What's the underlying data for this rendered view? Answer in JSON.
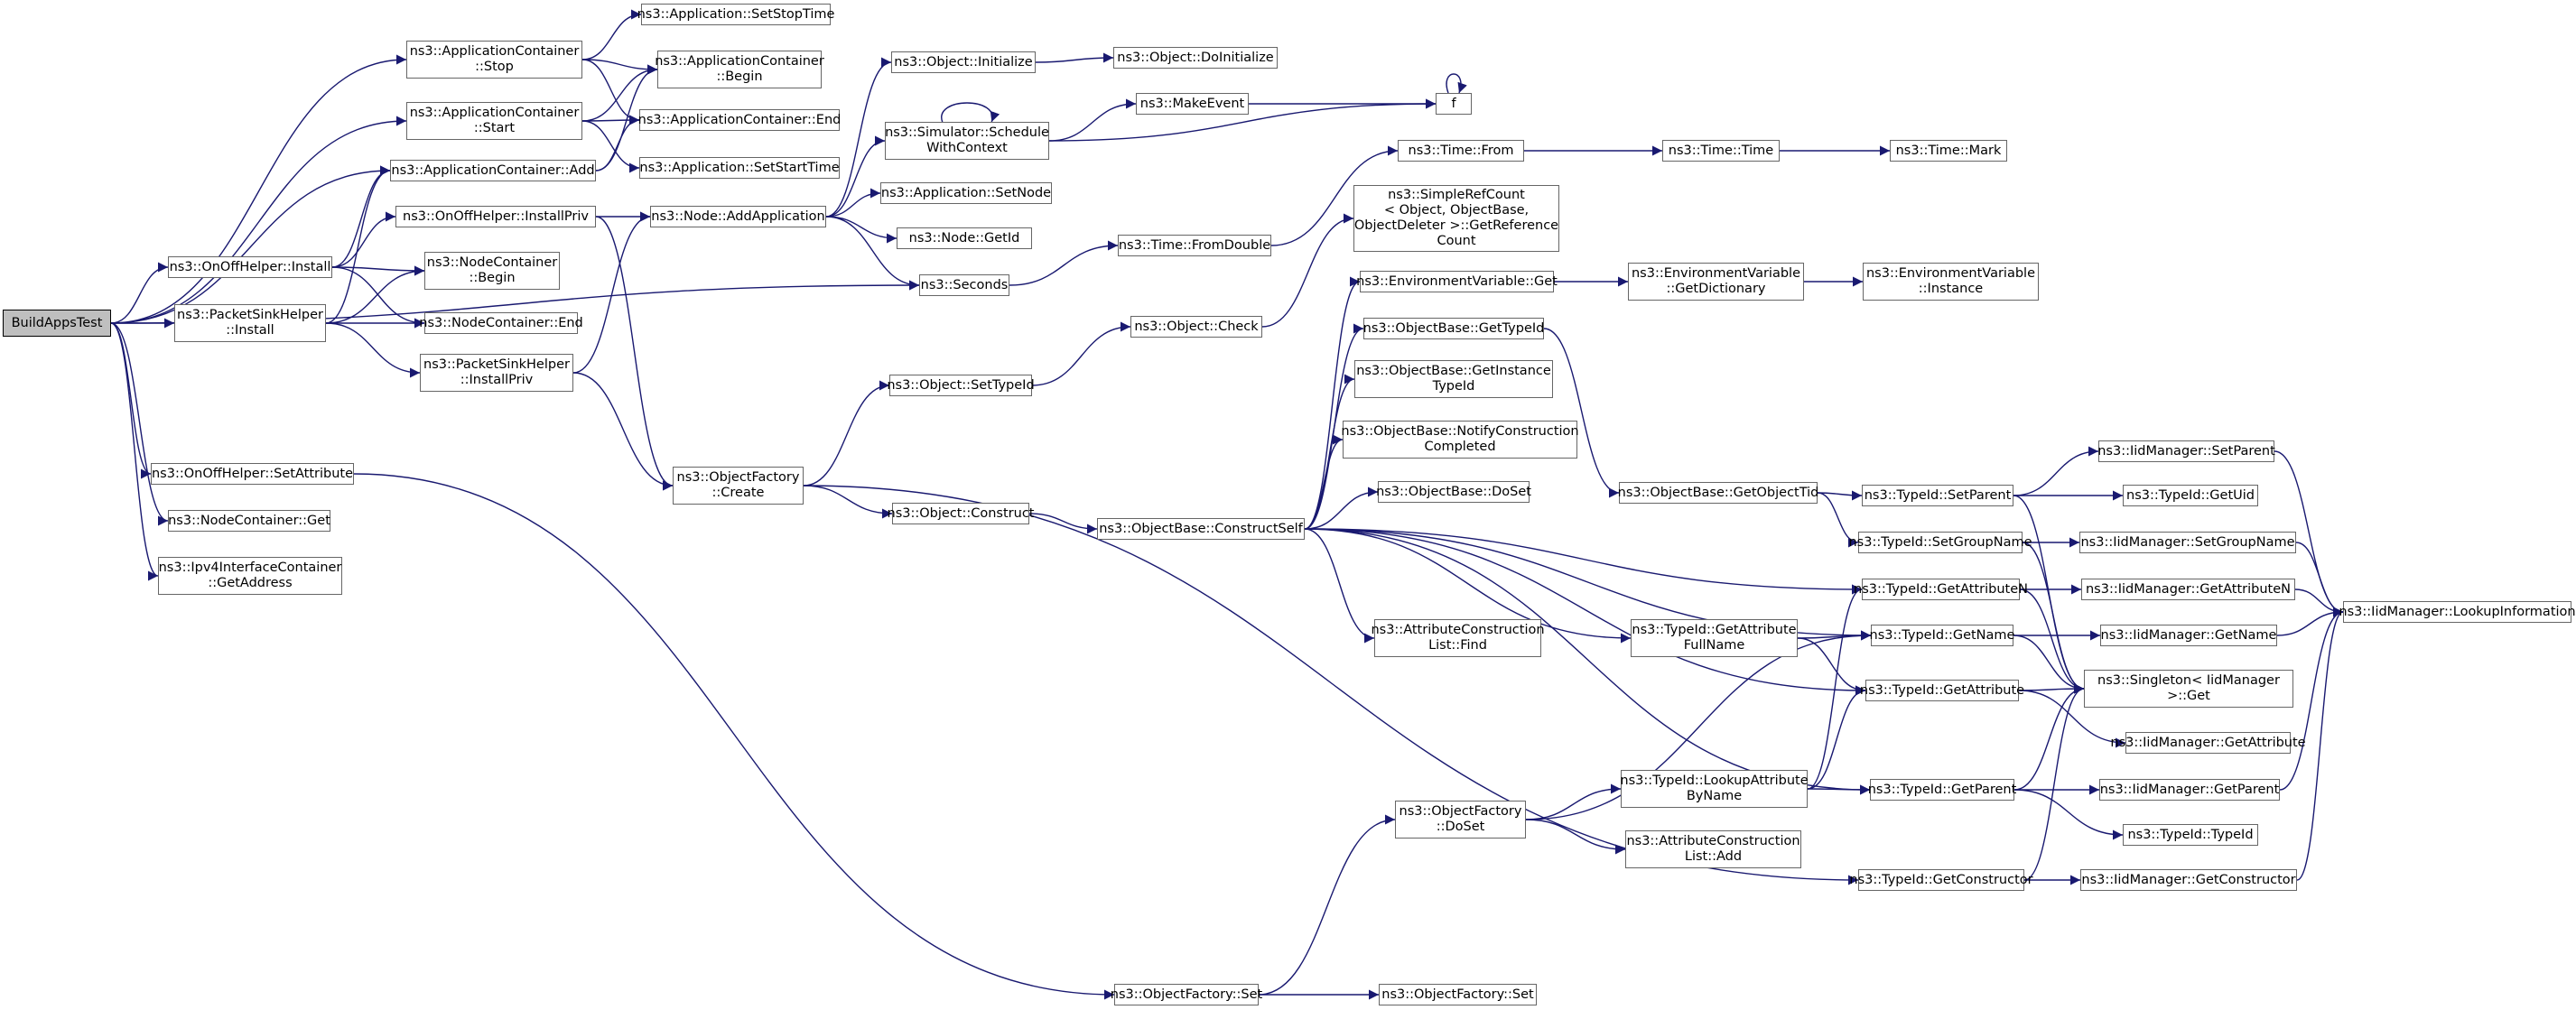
{
  "diagram": {
    "type": "call-graph",
    "colors": {
      "edge": "#191970",
      "node_border": "#666666",
      "root_fill": "#bfbfbf",
      "node_fill": "#ffffff"
    },
    "nodes": [
      {
        "id": "root",
        "label": "BuildAppsTest"
      },
      {
        "id": "ac_stop",
        "label": "ns3::ApplicationContainer\n::Stop"
      },
      {
        "id": "ac_start",
        "label": "ns3::ApplicationContainer\n::Start"
      },
      {
        "id": "ac_add",
        "label": "ns3::ApplicationContainer::Add"
      },
      {
        "id": "onoff_install",
        "label": "ns3::OnOffHelper::Install"
      },
      {
        "id": "onoff_installpriv",
        "label": "ns3::OnOffHelper::InstallPriv"
      },
      {
        "id": "psh_install",
        "label": "ns3::PacketSinkHelper\n::Install"
      },
      {
        "id": "psh_installpriv",
        "label": "ns3::PacketSinkHelper\n::InstallPriv"
      },
      {
        "id": "onoff_setattr",
        "label": "ns3::OnOffHelper::SetAttribute"
      },
      {
        "id": "nc_get",
        "label": "ns3::NodeContainer::Get"
      },
      {
        "id": "ipv4_getaddr",
        "label": "ns3::Ipv4InterfaceContainer\n::GetAddress"
      },
      {
        "id": "app_setstop",
        "label": "ns3::Application::SetStopTime"
      },
      {
        "id": "ac_begin",
        "label": "ns3::ApplicationContainer\n::Begin"
      },
      {
        "id": "ac_end",
        "label": "ns3::ApplicationContainer::End"
      },
      {
        "id": "app_setstart",
        "label": "ns3::Application::SetStartTime"
      },
      {
        "id": "nc_begin",
        "label": "ns3::NodeContainer\n::Begin"
      },
      {
        "id": "nc_end",
        "label": "ns3::NodeContainer::End"
      },
      {
        "id": "node_addapp",
        "label": "ns3::Node::AddApplication"
      },
      {
        "id": "of_create",
        "label": "ns3::ObjectFactory\n::Create"
      },
      {
        "id": "obj_init",
        "label": "ns3::Object::Initialize"
      },
      {
        "id": "sim_sched",
        "label": "ns3::Simulator::Schedule\nWithContext"
      },
      {
        "id": "app_setnode",
        "label": "ns3::Application::SetNode"
      },
      {
        "id": "node_getid",
        "label": "ns3::Node::GetId"
      },
      {
        "id": "seconds",
        "label": "ns3::Seconds"
      },
      {
        "id": "obj_settypeid",
        "label": "ns3::Object::SetTypeId"
      },
      {
        "id": "obj_construct",
        "label": "ns3::Object::Construct"
      },
      {
        "id": "of_set",
        "label": "ns3::ObjectFactory::Set"
      },
      {
        "id": "obj_doinit",
        "label": "ns3::Object::DoInitialize"
      },
      {
        "id": "makeevent",
        "label": "ns3::MakeEvent"
      },
      {
        "id": "f",
        "label": "f"
      },
      {
        "id": "time_fromdouble",
        "label": "ns3::Time::FromDouble"
      },
      {
        "id": "obj_check",
        "label": "ns3::Object::Check"
      },
      {
        "id": "time_from",
        "label": "ns3::Time::From"
      },
      {
        "id": "time_time",
        "label": "ns3::Time::Time"
      },
      {
        "id": "time_mark",
        "label": "ns3::Time::Mark"
      },
      {
        "id": "simplerefcount",
        "label": "ns3::SimpleRefCount\n< Object, ObjectBase,\nObjectDeleter >::GetReference\nCount"
      },
      {
        "id": "envvar_get",
        "label": "ns3::EnvironmentVariable::Get"
      },
      {
        "id": "envvar_getdict",
        "label": "ns3::EnvironmentVariable\n::GetDictionary"
      },
      {
        "id": "envvar_instance",
        "label": "ns3::EnvironmentVariable\n::Instance"
      },
      {
        "id": "ob_gettypeid",
        "label": "ns3::ObjectBase::GetTypeId"
      },
      {
        "id": "ob_getinstance",
        "label": "ns3::ObjectBase::GetInstance\nTypeId"
      },
      {
        "id": "ob_notify",
        "label": "ns3::ObjectBase::NotifyConstruction\nCompleted"
      },
      {
        "id": "ob_doset",
        "label": "ns3::ObjectBase::DoSet"
      },
      {
        "id": "ob_constructself",
        "label": "ns3::ObjectBase::ConstructSelf"
      },
      {
        "id": "acl_find",
        "label": "ns3::AttributeConstruction\nList::Find"
      },
      {
        "id": "of_doset",
        "label": "ns3::ObjectFactory\n::DoSet"
      },
      {
        "id": "of_set2",
        "label": "ns3::ObjectFactory::Set"
      },
      {
        "id": "ob_getobjecttid",
        "label": "ns3::ObjectBase::GetObjectTid"
      },
      {
        "id": "tid_getattrfull",
        "label": "ns3::TypeId::GetAttribute\nFullName"
      },
      {
        "id": "tid_lookupattr",
        "label": "ns3::TypeId::LookupAttribute\nByName"
      },
      {
        "id": "acl_add",
        "label": "ns3::AttributeConstruction\nList::Add"
      },
      {
        "id": "tid_setparent",
        "label": "ns3::TypeId::SetParent"
      },
      {
        "id": "tid_setgroupname",
        "label": "ns3::TypeId::SetGroupName"
      },
      {
        "id": "tid_getattrn",
        "label": "ns3::TypeId::GetAttributeN"
      },
      {
        "id": "tid_getname",
        "label": "ns3::TypeId::GetName"
      },
      {
        "id": "tid_getattr",
        "label": "ns3::TypeId::GetAttribute"
      },
      {
        "id": "tid_getparent",
        "label": "ns3::TypeId::GetParent"
      },
      {
        "id": "tid_getconstructor",
        "label": "ns3::TypeId::GetConstructor"
      },
      {
        "id": "iid_setparent",
        "label": "ns3::IidManager::SetParent"
      },
      {
        "id": "tid_getuid",
        "label": "ns3::TypeId::GetUid"
      },
      {
        "id": "iid_setgroupname",
        "label": "ns3::IidManager::SetGroupName"
      },
      {
        "id": "iid_getattrn",
        "label": "ns3::IidManager::GetAttributeN"
      },
      {
        "id": "iid_getname",
        "label": "ns3::IidManager::GetName"
      },
      {
        "id": "singleton_get",
        "label": "ns3::Singleton< IidManager\n>::Get"
      },
      {
        "id": "iid_getattr",
        "label": "ns3::IidManager::GetAttribute"
      },
      {
        "id": "iid_getparent",
        "label": "ns3::IidManager::GetParent"
      },
      {
        "id": "tid_typeid",
        "label": "ns3::TypeId::TypeId"
      },
      {
        "id": "iid_getconstructor",
        "label": "ns3::IidManager::GetConstructor"
      },
      {
        "id": "iid_lookup",
        "label": "ns3::IidManager::LookupInformation"
      }
    ],
    "edges": [
      [
        "root",
        "ac_stop"
      ],
      [
        "root",
        "ac_start"
      ],
      [
        "root",
        "ac_add"
      ],
      [
        "root",
        "onoff_install"
      ],
      [
        "root",
        "psh_install"
      ],
      [
        "root",
        "seconds"
      ],
      [
        "root",
        "onoff_setattr"
      ],
      [
        "root",
        "nc_get"
      ],
      [
        "root",
        "ipv4_getaddr"
      ],
      [
        "ac_stop",
        "app_setstop"
      ],
      [
        "ac_stop",
        "ac_begin"
      ],
      [
        "ac_stop",
        "ac_end"
      ],
      [
        "ac_start",
        "app_setstart"
      ],
      [
        "ac_start",
        "ac_begin"
      ],
      [
        "ac_start",
        "ac_end"
      ],
      [
        "ac_add",
        "ac_begin"
      ],
      [
        "ac_add",
        "ac_end"
      ],
      [
        "onoff_install",
        "ac_add"
      ],
      [
        "onoff_install",
        "onoff_installpriv"
      ],
      [
        "onoff_install",
        "nc_begin"
      ],
      [
        "onoff_install",
        "nc_end"
      ],
      [
        "psh_install",
        "ac_add"
      ],
      [
        "psh_install",
        "nc_begin"
      ],
      [
        "psh_install",
        "nc_end"
      ],
      [
        "psh_install",
        "psh_installpriv"
      ],
      [
        "onoff_installpriv",
        "node_addapp"
      ],
      [
        "onoff_installpriv",
        "of_create"
      ],
      [
        "psh_installpriv",
        "node_addapp"
      ],
      [
        "psh_installpriv",
        "of_create"
      ],
      [
        "onoff_setattr",
        "of_set"
      ],
      [
        "node_addapp",
        "obj_init"
      ],
      [
        "node_addapp",
        "sim_sched"
      ],
      [
        "node_addapp",
        "app_setnode"
      ],
      [
        "node_addapp",
        "node_getid"
      ],
      [
        "node_addapp",
        "seconds"
      ],
      [
        "of_create",
        "obj_settypeid"
      ],
      [
        "of_create",
        "obj_construct"
      ],
      [
        "of_create",
        "tid_getconstructor"
      ],
      [
        "obj_init",
        "obj_doinit"
      ],
      [
        "sim_sched",
        "sim_sched"
      ],
      [
        "sim_sched",
        "makeevent"
      ],
      [
        "sim_sched",
        "f"
      ],
      [
        "makeevent",
        "f"
      ],
      [
        "f",
        "f"
      ],
      [
        "seconds",
        "time_fromdouble"
      ],
      [
        "time_fromdouble",
        "time_from"
      ],
      [
        "time_from",
        "time_time"
      ],
      [
        "time_time",
        "time_mark"
      ],
      [
        "obj_settypeid",
        "obj_check"
      ],
      [
        "obj_check",
        "simplerefcount"
      ],
      [
        "obj_construct",
        "ob_constructself"
      ],
      [
        "ob_constructself",
        "envvar_get"
      ],
      [
        "ob_constructself",
        "ob_gettypeid"
      ],
      [
        "ob_constructself",
        "ob_getinstance"
      ],
      [
        "ob_constructself",
        "ob_notify"
      ],
      [
        "ob_constructself",
        "ob_doset"
      ],
      [
        "ob_constructself",
        "acl_find"
      ],
      [
        "ob_constructself",
        "tid_getattrfull"
      ],
      [
        "ob_constructself",
        "tid_getattrn"
      ],
      [
        "ob_constructself",
        "tid_getname"
      ],
      [
        "ob_constructself",
        "tid_getattr"
      ],
      [
        "ob_constructself",
        "tid_getparent"
      ],
      [
        "envvar_get",
        "envvar_getdict"
      ],
      [
        "envvar_getdict",
        "envvar_instance"
      ],
      [
        "ob_gettypeid",
        "ob_getobjecttid"
      ],
      [
        "ob_getobjecttid",
        "tid_setparent"
      ],
      [
        "ob_getobjecttid",
        "tid_setgroupname"
      ],
      [
        "tid_setparent",
        "iid_setparent"
      ],
      [
        "tid_setparent",
        "tid_getuid"
      ],
      [
        "tid_setparent",
        "singleton_get"
      ],
      [
        "tid_setgroupname",
        "iid_setgroupname"
      ],
      [
        "tid_setgroupname",
        "singleton_get"
      ],
      [
        "tid_getattrn",
        "iid_getattrn"
      ],
      [
        "tid_getattrn",
        "singleton_get"
      ],
      [
        "tid_getname",
        "iid_getname"
      ],
      [
        "tid_getname",
        "singleton_get"
      ],
      [
        "tid_getattr",
        "iid_getattr"
      ],
      [
        "tid_getattr",
        "singleton_get"
      ],
      [
        "tid_getparent",
        "iid_getparent"
      ],
      [
        "tid_getparent",
        "tid_typeid"
      ],
      [
        "tid_getparent",
        "singleton_get"
      ],
      [
        "tid_getconstructor",
        "iid_getconstructor"
      ],
      [
        "tid_getconstructor",
        "singleton_get"
      ],
      [
        "tid_getattrfull",
        "tid_getname"
      ],
      [
        "tid_getattrfull",
        "tid_getattr"
      ],
      [
        "of_set",
        "of_doset"
      ],
      [
        "of_set",
        "of_set2"
      ],
      [
        "of_doset",
        "tid_lookupattr"
      ],
      [
        "of_doset",
        "acl_add"
      ],
      [
        "of_doset",
        "tid_getname"
      ],
      [
        "tid_lookupattr",
        "tid_getattrn"
      ],
      [
        "tid_lookupattr",
        "tid_getattr"
      ],
      [
        "tid_lookupattr",
        "tid_getparent"
      ],
      [
        "iid_setparent",
        "iid_lookup"
      ],
      [
        "iid_setgroupname",
        "iid_lookup"
      ],
      [
        "iid_getattrn",
        "iid_lookup"
      ],
      [
        "iid_getname",
        "iid_lookup"
      ],
      [
        "iid_getparent",
        "iid_lookup"
      ],
      [
        "iid_getconstructor",
        "iid_lookup"
      ]
    ]
  }
}
